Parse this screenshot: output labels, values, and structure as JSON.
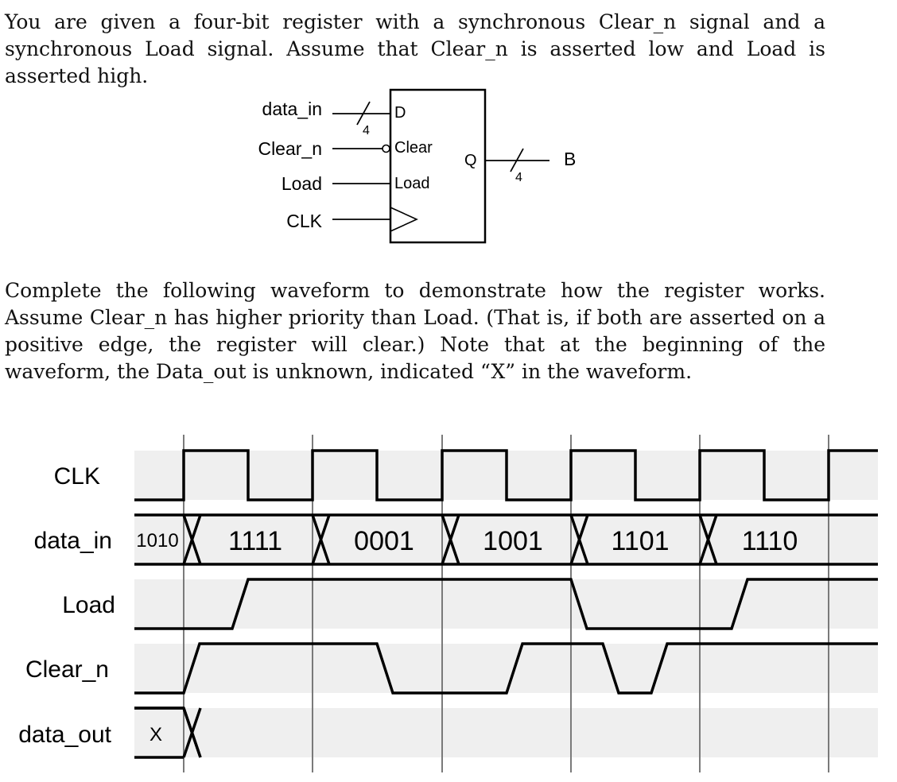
{
  "paragraph1": "You are given a four-bit register with a synchronous Clear_n signal and a synchronous Load signal. Assume that Clear_n is asserted low and Load is asserted high.",
  "paragraph2": "Complete the following waveform to demonstrate how the register works. Assume Clear_n has higher priority than Load. (That is, if both are asserted on a positive edge, the register will clear.) Note that at the beginning of the waveform, the Data_out is unknown, indicated “X” in the waveform.",
  "register": {
    "inputs": [
      "data_in",
      "Clear_n",
      "Load",
      "CLK"
    ],
    "ports": {
      "d": "D",
      "clear": "Clear",
      "load": "Load",
      "q": "Q"
    },
    "bus_width_in": "4",
    "bus_width_out": "4",
    "output": "B"
  },
  "waveform": {
    "signals": {
      "clk": "CLK",
      "data_in": "data_in",
      "load": "Load",
      "clear_n": "Clear_n",
      "data_out": "data_out"
    },
    "data_in_values": [
      "1010",
      "1111",
      "0001",
      "1001",
      "1101",
      "1110"
    ],
    "data_out_values": [
      "X"
    ],
    "load_levels": [
      0,
      1,
      1,
      1,
      0,
      1
    ],
    "clear_n_levels": [
      0,
      1,
      0,
      1,
      0,
      1
    ]
  },
  "colors": {
    "lane_bg": "#efefef",
    "line": "#000000",
    "clock_marker": "#7a7a7a"
  }
}
